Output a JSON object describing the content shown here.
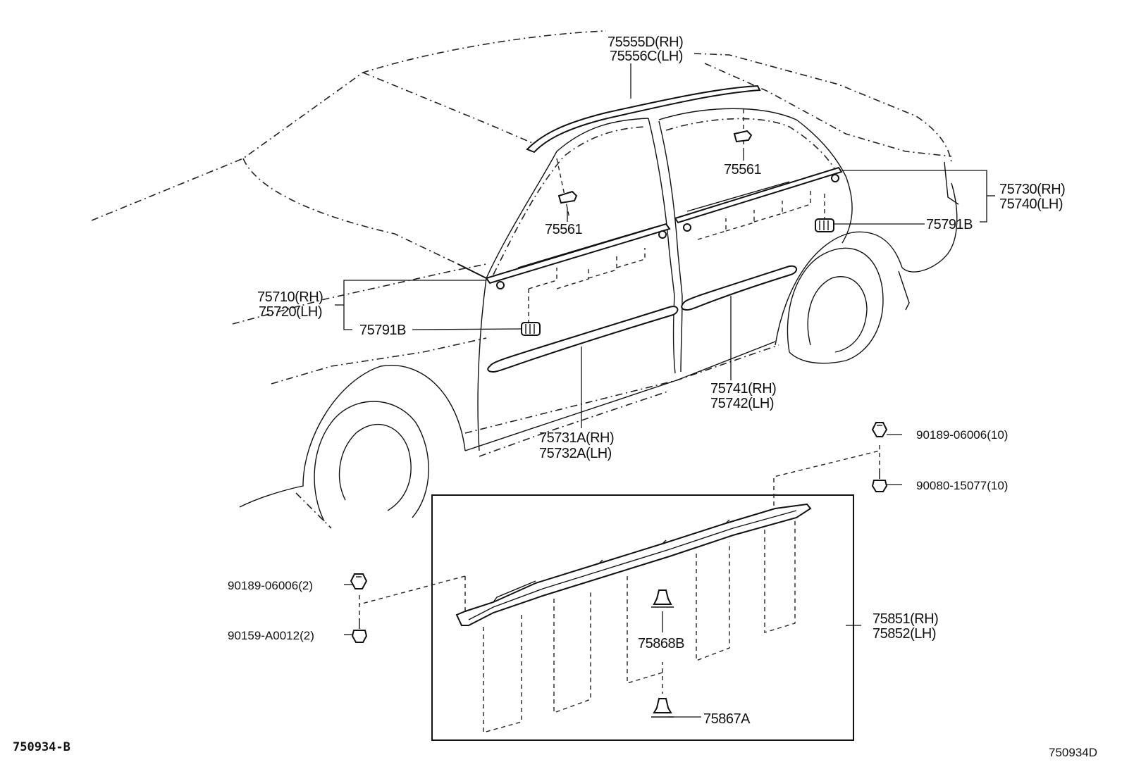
{
  "diagram_code_left": "750934-B",
  "diagram_code_right": "750934D",
  "labels": {
    "roof_molding_rh": "75555D(RH)",
    "roof_molding_lh": "75556C(LH)",
    "clip_front": "75561",
    "clip_rear": "75561",
    "rear_belt_rh": "75730(RH)",
    "rear_belt_lh": "75740(LH)",
    "clip_rear_belt": "75791B",
    "front_belt_rh": "75710(RH)",
    "front_belt_lh": "75720(LH)",
    "clip_front_belt": "75791B",
    "rear_door_mold_rh": "75741(RH)",
    "rear_door_mold_lh": "75742(LH)",
    "front_door_mold_rh": "75731A(RH)",
    "front_door_mold_lh": "75732A(LH)",
    "nut_right": "90189-06006(10)",
    "screw_right": "90080-15077(10)",
    "nut_left": "90189-06006(2)",
    "screw_left": "90159-A0012(2)",
    "rocker_rh": "75851(RH)",
    "rocker_lh": "75852(LH)",
    "clip_rocker_upper": "75868B",
    "clip_rocker_lower": "75867A"
  }
}
